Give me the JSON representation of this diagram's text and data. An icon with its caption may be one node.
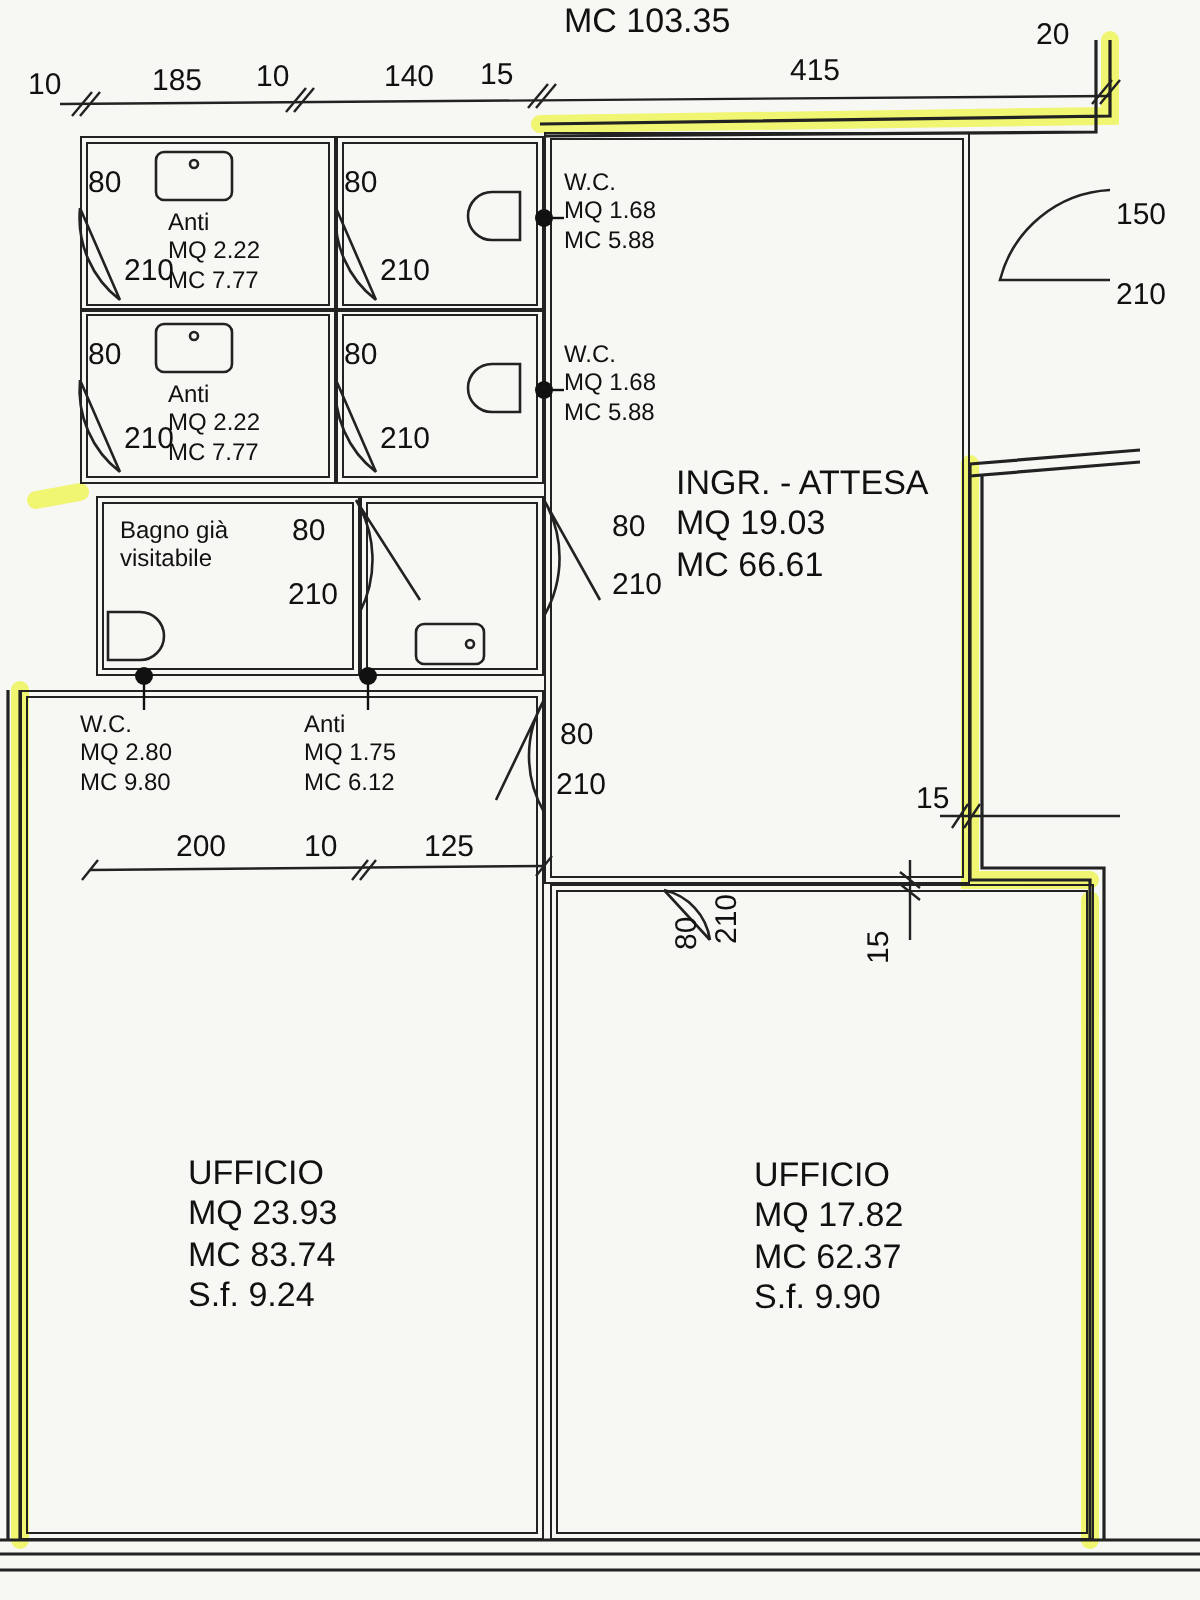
{
  "diagram": {
    "nodes": [
      {
        "text": [
          "Anti",
          "MQ 2.22",
          "MC 7.77"
        ]
      },
      {
        "text": [],
        "shape": "box"
      },
      {
        "text": [
          "Anti",
          "MQ 2.22",
          "MC 7.77"
        ]
      },
      {
        "text": [],
        "shape": "box"
      },
      {
        "text": [
          "Bagno già visitabile"
        ]
      },
      {
        "text": [],
        "shape": "box"
      },
      {
        "text": [
          "INGR. - ATTESA",
          "MQ 19.03",
          "MC 66.61"
        ]
      },
      {
        "text": [
          "UFFICIO",
          "MQ 23.93",
          "MC 83.74",
          "S.f. 9.24"
        ]
      },
      {
        "text": [
          "UFFICIO",
          "MQ 17.82",
          "MC 62.37",
          "S.f. 9.90"
        ]
      },
      {
        "text": [
          "W.C.",
          "MQ 1.68",
          "MC 5.88"
        ],
        "in": 6
      },
      {
        "text": [
          "W.C.",
          "MQ 1.68",
          "MC 5.88"
        ],
        "in": 6
      },
      {
        "text": [
          "W.C.",
          "MQ 2.80",
          "MC 9.80"
        ],
        "in": 7
      },
      {
        "text": [
          "Anti",
          "MQ 1.75",
          "MC 6.12"
        ],
        "in": 7
      }
    ],
    "edges": [
      {
        "from": 9,
        "to": 1,
        "arrow": "other"
      },
      {
        "from": 10,
        "to": 3,
        "arrow": "other"
      },
      {
        "from": 11,
        "to": 4,
        "arrow": "other"
      },
      {
        "from": 12,
        "to": 5,
        "arrow": "other"
      }
    ],
    "labels": [
      "MC 103.35",
      "10",
      "185",
      "10",
      "140",
      "15",
      "415",
      "20",
      "80",
      "210",
      "80",
      "210",
      "150",
      "210",
      "80",
      "210",
      "80",
      "210",
      "80",
      "210",
      "80",
      "210",
      "80",
      "210",
      "15",
      "200",
      "10",
      "125",
      "80",
      "210",
      "15"
    ]
  }
}
